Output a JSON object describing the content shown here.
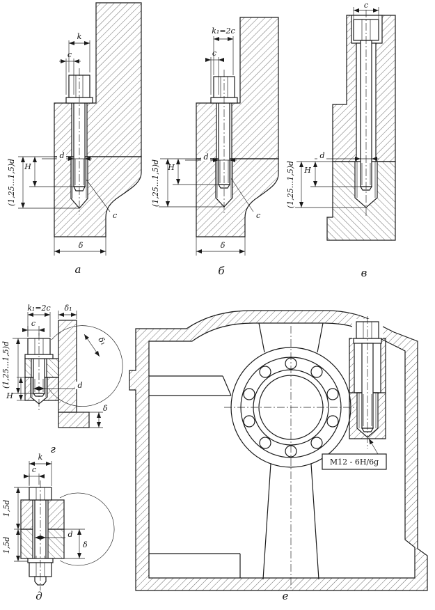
{
  "drawing": {
    "paper_color": "#ffffff",
    "ink_color": "#1a1a1a",
    "panels": {
      "a": {
        "caption": "а",
        "dim_k": "k",
        "dim_c": "c",
        "dim_d": "d",
        "dim_H": "H",
        "dim_depth": "(1,25...1,5)d",
        "dim_delta": "δ",
        "chamfer_label": "c"
      },
      "b": {
        "caption": "б",
        "dim_k1": "k₁=2c",
        "dim_c": "c",
        "dim_d": "d",
        "dim_H": "H",
        "dim_depth": "(1,25...1,5)d",
        "dim_delta": "δ",
        "chamfer_label": "c"
      },
      "v": {
        "caption": "в",
        "dim_c": "c",
        "dim_d": "d",
        "dim_H": "H",
        "dim_depth": "(1,25...1,5)d"
      },
      "g": {
        "caption": "г",
        "dim_k1": "k₁=2c",
        "dim_delta1": "δ₁",
        "dim_c": "c",
        "dim_depth": "(1,25...1,5)d",
        "dim_H": "H",
        "dim_d": "d",
        "dim_delta": "δ",
        "dim_delta1_detail": "δ₁"
      },
      "d": {
        "caption": "д",
        "dim_k": "k",
        "dim_c": "c",
        "dim_15d_upper": "1,5d",
        "dim_15d_lower": "1,5d",
        "dim_d": "d",
        "dim_delta": "δ"
      },
      "e": {
        "caption": "е",
        "thread_spec": "M12 - 6H/6g"
      }
    }
  }
}
